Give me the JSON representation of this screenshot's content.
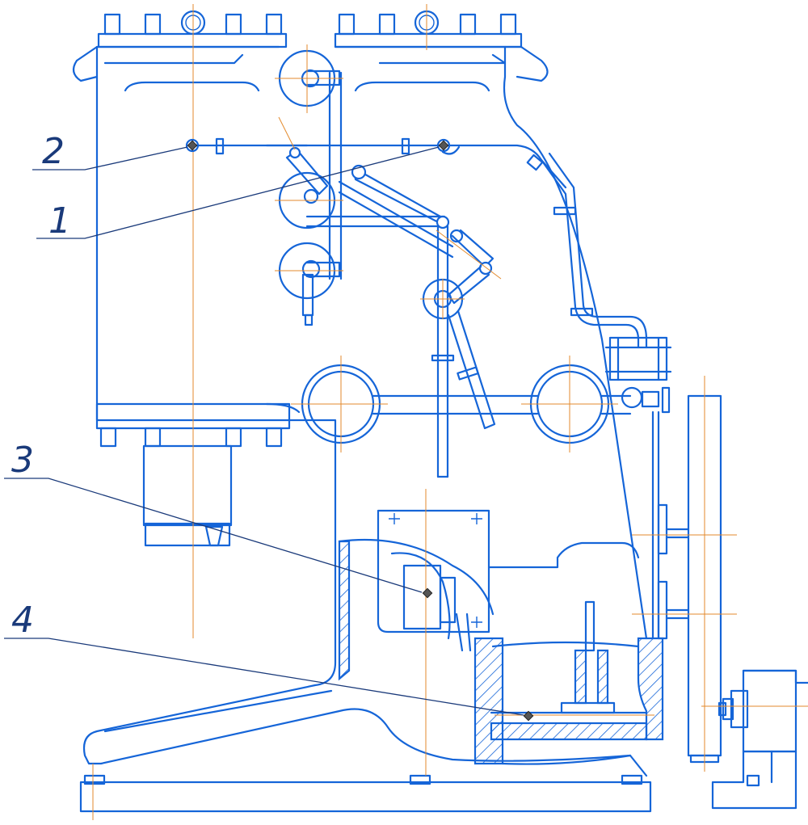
{
  "callouts": [
    {
      "id": "callout-2",
      "number": "2"
    },
    {
      "id": "callout-1",
      "number": "1"
    },
    {
      "id": "callout-3",
      "number": "3"
    },
    {
      "id": "callout-4",
      "number": "4"
    }
  ],
  "colors": {
    "line": "#1565d8",
    "axis": "#e38a2c",
    "leader": "#1a3a7a"
  }
}
